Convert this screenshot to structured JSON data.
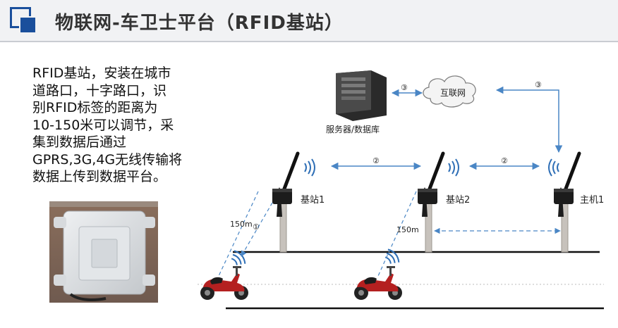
{
  "header": {
    "title": "物联网-车卫士平台（RFID基站）"
  },
  "description": {
    "lines": [
      "RFID基站，安装在城市",
      "道路口，十字路口，识",
      "别RFID标签的距离为",
      "10-150米可以调节，采",
      "集到数据后通过",
      "GPRS,3G,4G无线传输将",
      "数据上传到数据平台。"
    ]
  },
  "diagram": {
    "server_label": "服务器/数据库",
    "internet_label": "互联网",
    "station1_label": "基站1",
    "station2_label": "基站2",
    "host_label": "主机1",
    "link_server_internet": "③",
    "link_internet_host": "③",
    "link_station1_station2": "②",
    "link_station2_host": "②",
    "link_station1_vehicle": "①",
    "range_left": "150m",
    "range_right": "150m"
  },
  "colors": {
    "accent": "#1a4f9c",
    "arrow": "#4a86c5",
    "signal": "#2f6fb6"
  }
}
